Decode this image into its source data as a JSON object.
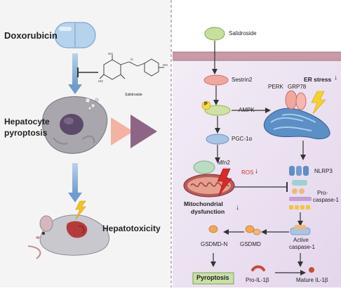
{
  "left_panel": {
    "drug_label": "Doxorubicin",
    "compound_caption": "Salidroside",
    "pyroptosis_label_line1": "Hepatocyte",
    "pyroptosis_label_line2": "pyroptosis",
    "toxicity_label": "Hepatotoxicity"
  },
  "right_panel": {
    "salidroside": "Salidroside",
    "sestrin2": "Sestrin2",
    "p_badge": "P",
    "ampk": "AMPK",
    "pgc1a": "PGC-1α",
    "mfn2": "Mfn2",
    "ros": "ROS",
    "mito_line1": "Mitochondrial",
    "mito_line2": "dysfunction",
    "perk": "PERK",
    "grp78": "GRP78",
    "er_stress": "ER stress",
    "nlrp3": "NLRP3",
    "procaspase_line1": "Pro-",
    "procaspase_line2": "caspase-1",
    "active_line1": "Active",
    "active_line2": "caspase-1",
    "gsdmd": "GSDMD",
    "gsdmdn": "GSDMD-N",
    "pyroptosis": "Pyroptosis",
    "pro_il": "Pro-IL-1β",
    "mature_il": "Mature IL-1β",
    "down_arrow_glyph": "↓"
  },
  "colors": {
    "cell_bg": "#ece3f1",
    "membrane": "#b98a9a",
    "node_green": "#c7df9c",
    "node_pink": "#f2a6a0",
    "node_blue": "#a9c4e4",
    "arrow": "#333333",
    "ros_red": "#d62b2b",
    "pyroptosis_box": "#c9e0a6"
  }
}
